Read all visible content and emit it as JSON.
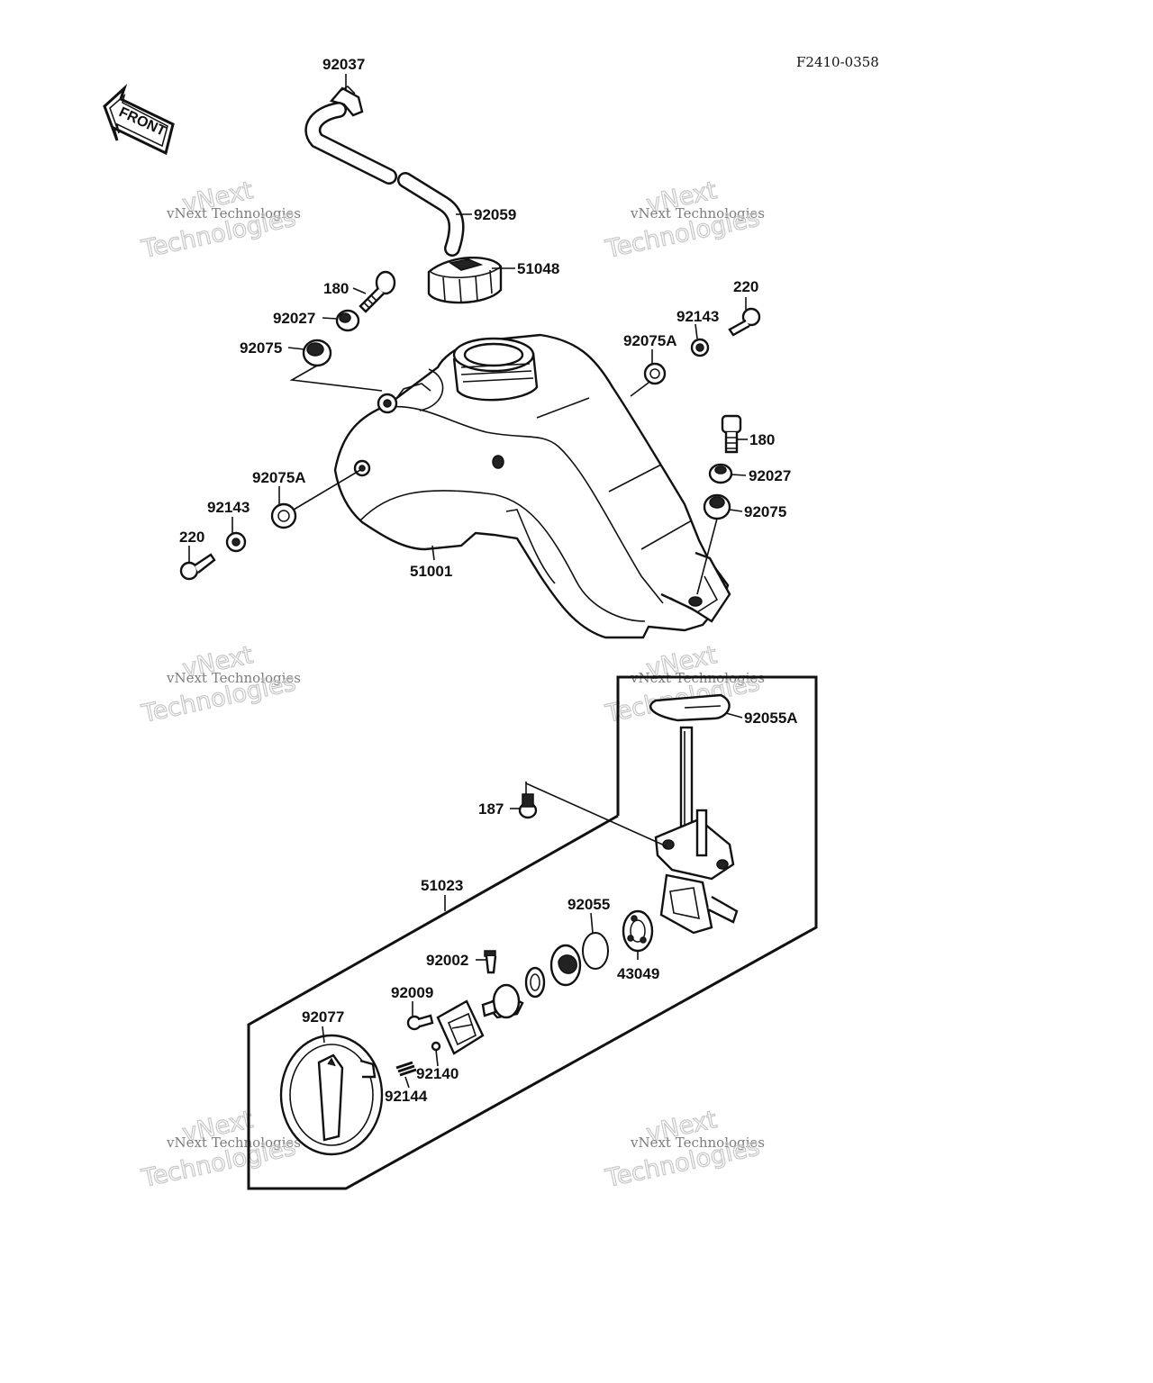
{
  "reference_code": "F2410-0358",
  "front_arrow_text": "FRONT",
  "watermark": {
    "line1": "vNext Technologies",
    "line2": "Technologies",
    "line3": "vNext"
  },
  "parts": {
    "p92037": "92037",
    "p92059": "92059",
    "p51048": "51048",
    "p180a": "180",
    "p92027a": "92027",
    "p92075a": "92075",
    "p220a": "220",
    "p92143a": "92143",
    "p92075Aa": "92075A",
    "p180b": "180",
    "p92027b": "92027",
    "p92075b": "92075",
    "p92075Ab": "92075A",
    "p92143b": "92143",
    "p220b": "220",
    "p51001": "51001",
    "p92055A": "92055A",
    "p187": "187",
    "p51023": "51023",
    "p92055": "92055",
    "p43049": "43049",
    "p92002": "92002",
    "p92009": "92009",
    "p92077": "92077",
    "p92140": "92140",
    "p92144": "92144"
  }
}
